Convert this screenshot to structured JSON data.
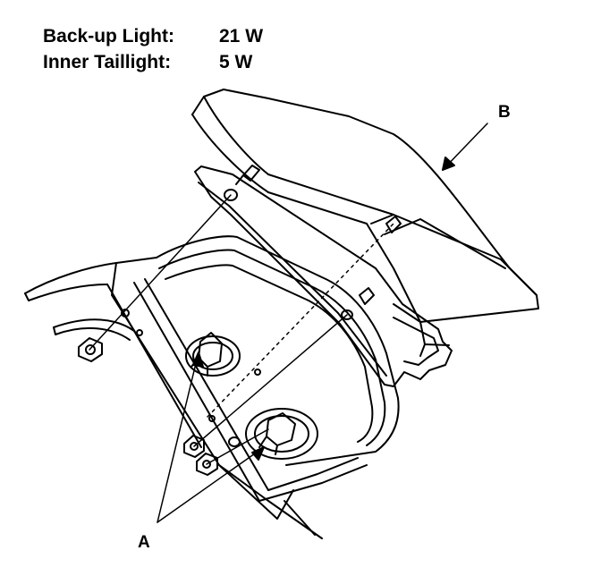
{
  "specs": [
    {
      "label": "Back-up Light:",
      "value": "21 W"
    },
    {
      "label": "Inner Taillight:",
      "value": "5 W"
    }
  ],
  "callouts": {
    "a": "A",
    "b": "B"
  }
}
